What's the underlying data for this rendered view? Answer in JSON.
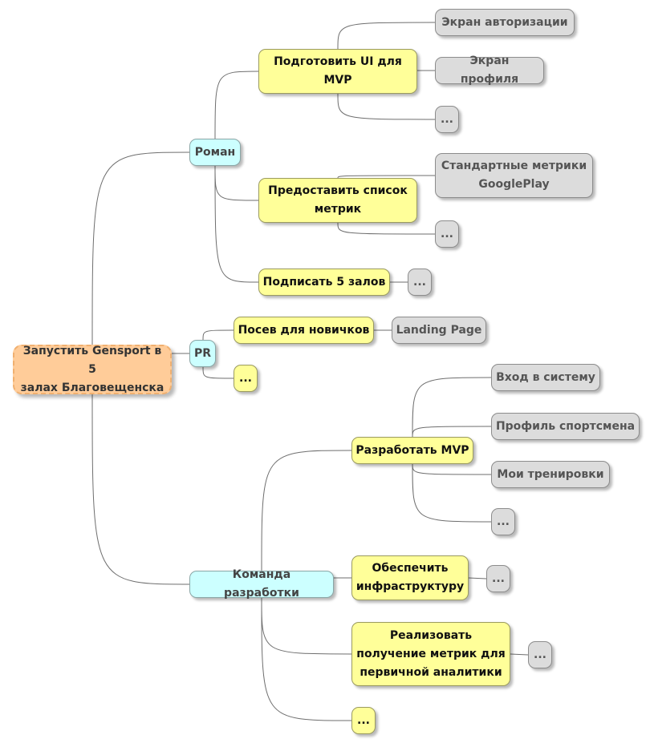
{
  "nodes": {
    "root": "Запустить Gensport в 5\nзалах Благовещенска",
    "roman": "Роман",
    "pr": "PR",
    "team": "Команда разработки",
    "ui": "Подготовить UI для\nMVP",
    "auth": "Экран авторизации",
    "profile": "Экран профиля",
    "ui_more": "...",
    "metrics": "Предоставить список\nметрик",
    "gp": "Стандартные метрики\nGooglePlay",
    "metrics_more": "...",
    "gyms": "Подписать 5 залов",
    "gyms_more": "...",
    "posev": "Посев для новичков",
    "landing": "Landing Page",
    "pr_more": "...",
    "mvp": "Разработать MVP",
    "login": "Вход в систему",
    "athlete": "Профиль спортсмена",
    "workouts": "Мои тренировки",
    "mvp_more": "...",
    "infra": "Обеспечить\nинфраструктуру",
    "infra_more": "...",
    "analytics": "Реализовать\nполучение метрик для\nпервичной аналитики",
    "analytics_more": "...",
    "team_more": "..."
  },
  "colors": {
    "root_fill": "#ffcc99",
    "person_fill": "#ccffff",
    "task_fill": "#ffff99",
    "sub_fill": "#dcdcdc",
    "edge": "#6e6e6e"
  }
}
